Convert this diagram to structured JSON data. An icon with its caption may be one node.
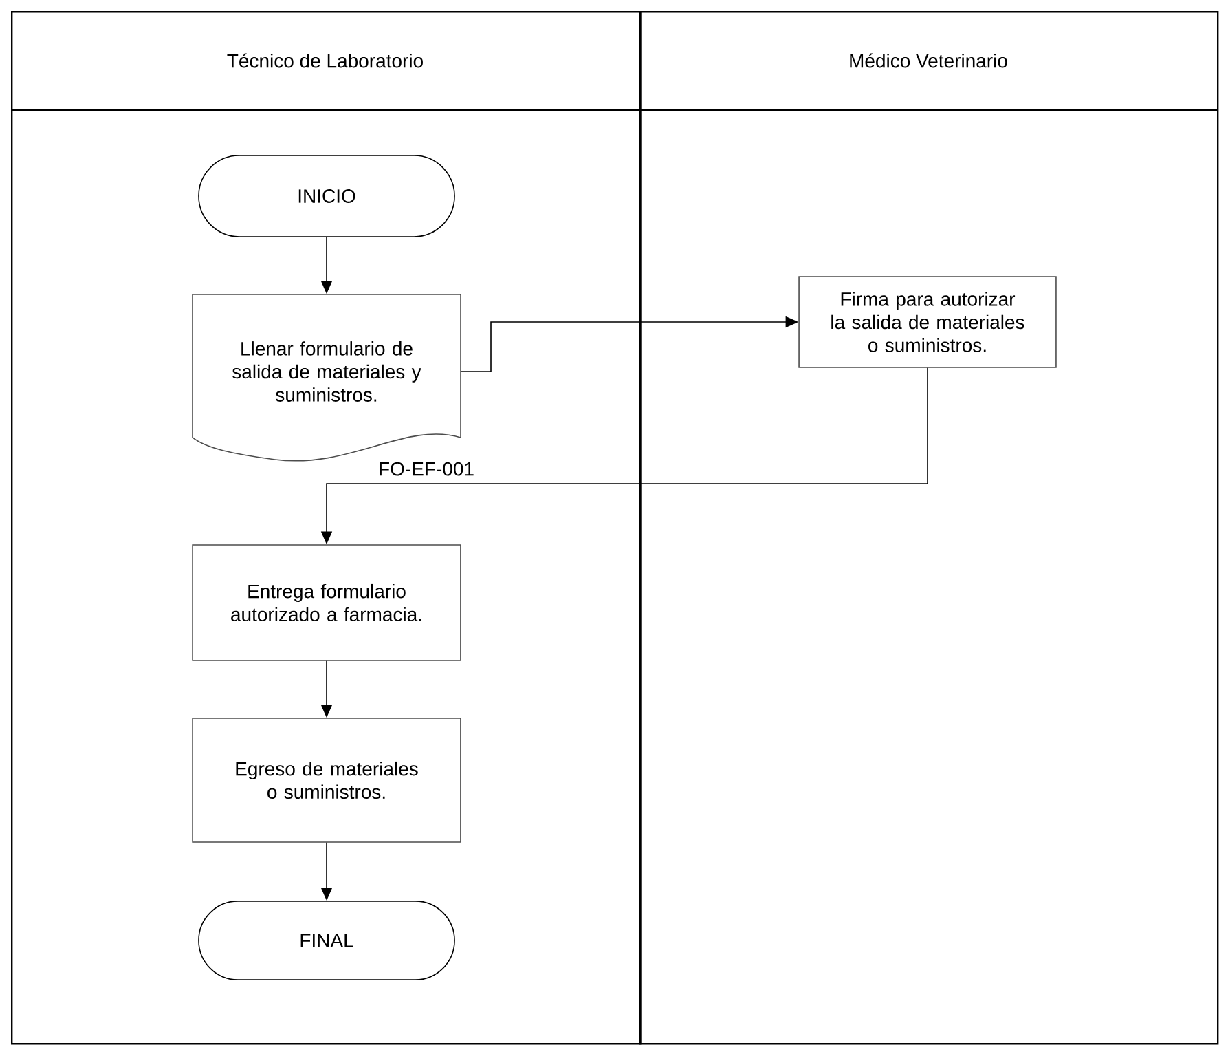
{
  "diagram": {
    "nodes": [
      {
        "text": [
          "Técnico de Laboratorio"
        ]
      },
      {
        "text": [
          "Médico Veterinario"
        ]
      },
      {
        "text": [
          "INICIO"
        ],
        "in": 0
      },
      {
        "text": [
          "Llenar formulario de salida de materiales y suministros."
        ],
        "beside": [
          "FO-EF-001"
        ],
        "in": 0
      },
      {
        "text": [
          "Firma para autorizar la salida de materiales o suministros."
        ],
        "in": 1
      },
      {
        "text": [
          "Entrega formulario autorizado a farmacia."
        ],
        "in": 0
      },
      {
        "text": [
          "Egreso de materiales o suministros."
        ],
        "in": 0
      },
      {
        "text": [
          "FINAL"
        ],
        "in": 0
      }
    ],
    "edges": [
      {
        "from": 2,
        "to": 3,
        "arrow": "to"
      },
      {
        "from": 3,
        "to": 4,
        "arrow": "to"
      },
      {
        "from": 4,
        "to": 5,
        "arrow": "to"
      },
      {
        "from": 5,
        "to": 6,
        "arrow": "to"
      },
      {
        "from": 6,
        "to": 7,
        "arrow": "to"
      }
    ]
  }
}
